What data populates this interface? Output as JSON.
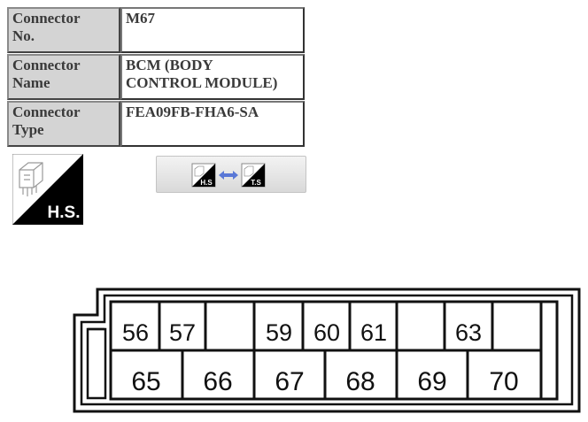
{
  "info": {
    "rows": [
      {
        "label_line1": "Connector",
        "label_line2": "No.",
        "value_line1": "M67",
        "value_line2": ""
      },
      {
        "label_line1": "Connector",
        "label_line2": "Name",
        "value_line1": "BCM (BODY",
        "value_line2": "CONTROL MODULE)"
      },
      {
        "label_line1": "Connector",
        "label_line2": "Type",
        "value_line1": "FEA09FB-FHA6-SA",
        "value_line2": ""
      }
    ]
  },
  "badge": {
    "text": "H.S.",
    "icon": "harness-side-connector-icon"
  },
  "toggle": {
    "left_label": "H.S",
    "right_label": "T.S",
    "arrow_icon": "double-arrow-icon",
    "arrow_color": "#5a78d6"
  },
  "connector": {
    "top_row": [
      "56",
      "57",
      "",
      "59",
      "60",
      "61",
      "",
      "63",
      ""
    ],
    "bottom_row": [
      "65",
      "66",
      "67",
      "68",
      "69",
      "70"
    ]
  }
}
